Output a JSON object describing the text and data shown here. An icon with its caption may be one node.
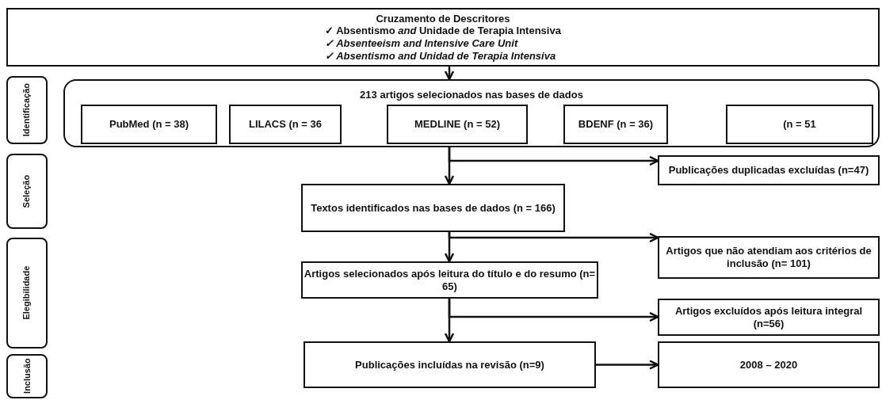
{
  "diagram": {
    "nodes": [
      {
        "text": [
          "Cruzamento de Descritores",
          "✓ Absentismo *and* Unidade de Terapia Intensiva",
          "✓ Absenteeism and Intensive Care Unit",
          "✓ Absentismo and Unidad de Terapia Intensiva"
        ]
      },
      {
        "text": [
          "Identificação"
        ]
      },
      {
        "text": [
          "213 artigos selecionados nas bases de dados"
        ]
      },
      {
        "text": [
          "PubMed (n = 38)"
        ],
        "in": 2
      },
      {
        "text": [
          "LILACS (n = 36"
        ],
        "in": 2
      },
      {
        "text": [
          "MEDLINE (n = 52)"
        ],
        "in": 2
      },
      {
        "text": [
          "BDENF (n = 36)"
        ],
        "in": 2
      },
      {
        "text": [
          "(n = 51"
        ],
        "in": 2
      },
      {
        "text": [
          "Seleção"
        ]
      },
      {
        "text": [
          "Publicações duplicadas excluídas (n=47)"
        ]
      },
      {
        "text": [
          "Textos identificados nas bases de dados (n = 166)"
        ]
      },
      {
        "text": [
          "Artigos que não atendiam aos critérios de inclusão (n= 101)"
        ]
      },
      {
        "text": [
          "Elegibilidade"
        ]
      },
      {
        "text": [
          "Artigos selecionados após leitura do título e do resumo (n= 65)"
        ]
      },
      {
        "text": [
          "Artigos excluídos após leitura integral (n=56)"
        ]
      },
      {
        "text": [
          "Inclusão"
        ]
      },
      {
        "text": [
          "Publicações incluídas na revisão (n=9)"
        ]
      },
      {
        "text": [
          "2008 – 2020"
        ]
      }
    ],
    "edges": [
      {
        "from": 0,
        "to": 2,
        "arrow": "to"
      },
      {
        "from": 2,
        "to": 10,
        "arrow": "to"
      },
      {
        "from": 2,
        "to": 9,
        "arrow": "to"
      },
      {
        "from": 10,
        "to": 13,
        "arrow": "to"
      },
      {
        "from": 10,
        "to": 11,
        "arrow": "to"
      },
      {
        "from": 13,
        "to": 16,
        "arrow": "to"
      },
      {
        "from": 13,
        "to": 14,
        "arrow": "to"
      },
      {
        "from": 16,
        "to": 17,
        "arrow": "to"
      }
    ]
  }
}
